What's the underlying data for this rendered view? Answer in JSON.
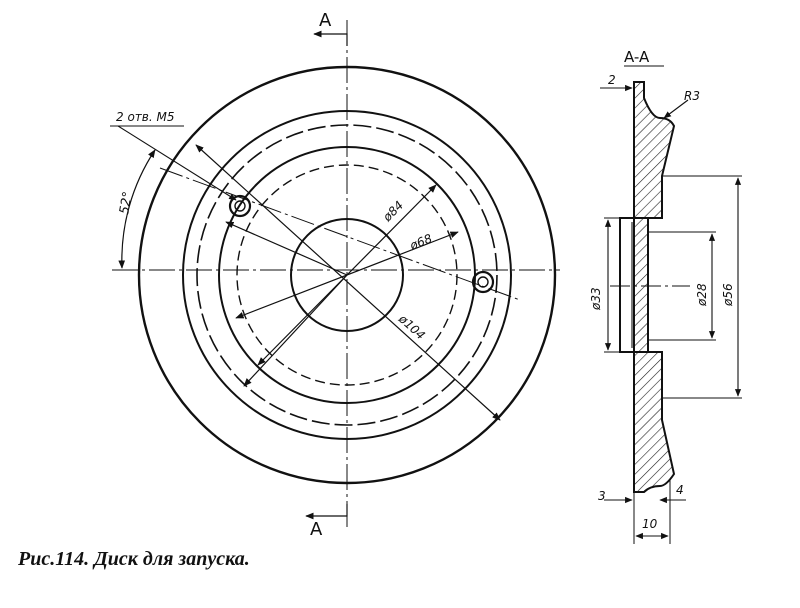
{
  "front_view": {
    "section_marker_top": "A",
    "section_marker_bottom": "A",
    "holes_note": "2 отв. M5",
    "angle_label": "52°",
    "dia_84": "ø84",
    "dia_68": "ø68",
    "dia_104": "ø104"
  },
  "section_view": {
    "title": "A-A",
    "dim_2": "2",
    "radius_r3": "R3",
    "dia_33": "ø33",
    "dia_28": "ø28",
    "dia_56": "ø56",
    "dim_3": "3",
    "dim_4": "4",
    "dim_10": "10"
  },
  "caption": "Рис.114. Диск для запуска."
}
